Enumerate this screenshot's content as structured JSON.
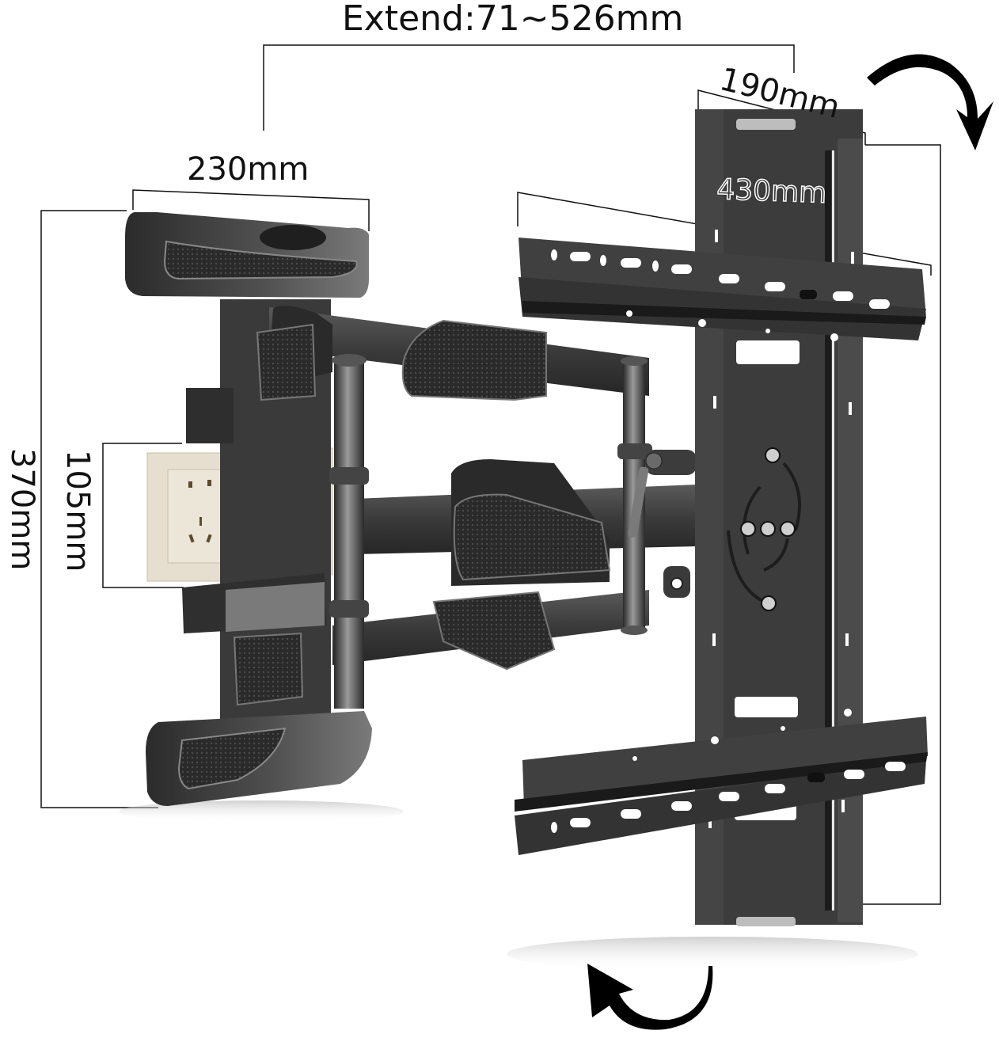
{
  "diagram": {
    "subject": "Full-motion TV wall mount bracket with dimension callouts",
    "dimensions": {
      "extend": "Extend:71~526mm",
      "wall_plate_width": "230mm",
      "wall_plate_height": "370mm",
      "socket_clearance": "105mm",
      "vesa_plate_width": "190mm",
      "vesa_rail_width": "430mm"
    },
    "icons": {
      "rotate_top": "rotate-clockwise-arrow",
      "rotate_bottom": "rotate-counterclockwise-arrow"
    },
    "components": [
      "wall-plate",
      "double-swivel-arms",
      "tilt-lock-lever",
      "vesa-plate",
      "horizontal-rails",
      "wall-sockets"
    ],
    "colors": {
      "metal_dark": "#2e2e2e",
      "metal_mid": "#4a4a4a",
      "metal_light": "#8a8a8a",
      "socket_beige": "#e4dccb",
      "line": "#111111"
    }
  }
}
